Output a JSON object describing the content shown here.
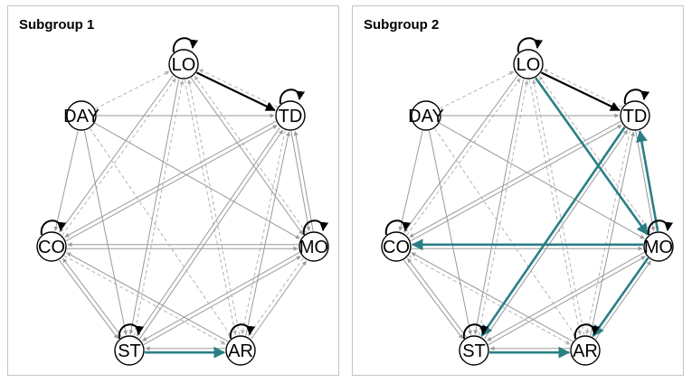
{
  "panels": [
    {
      "title": "Subgroup 1",
      "highlight_edges": [
        {
          "from": "ST",
          "to": "AR",
          "color": "#2a7f84"
        }
      ],
      "bold_edges": [
        {
          "from": "LO",
          "to": "TD"
        }
      ]
    },
    {
      "title": "Subgroup 2",
      "highlight_edges": [
        {
          "from": "LO",
          "to": "MO",
          "color": "#2a7f84"
        },
        {
          "from": "TD",
          "to": "ST",
          "color": "#2a7f84"
        },
        {
          "from": "MO",
          "to": "CO",
          "color": "#2a7f84"
        },
        {
          "from": "MO",
          "to": "TD",
          "color": "#2a7f84"
        },
        {
          "from": "MO",
          "to": "AR",
          "color": "#2a7f84"
        },
        {
          "from": "ST",
          "to": "AR",
          "color": "#2a7f84"
        }
      ],
      "bold_edges": [
        {
          "from": "LO",
          "to": "TD"
        }
      ]
    }
  ],
  "nodes": [
    {
      "id": "LO",
      "label": "LO",
      "self_loop": true
    },
    {
      "id": "TD",
      "label": "TD",
      "self_loop": true
    },
    {
      "id": "MO",
      "label": "MO",
      "self_loop": true
    },
    {
      "id": "AR",
      "label": "AR",
      "self_loop": true
    },
    {
      "id": "ST",
      "label": "ST",
      "self_loop": true
    },
    {
      "id": "CO",
      "label": "CO",
      "self_loop": true
    },
    {
      "id": "DAY",
      "label": "DAY",
      "self_loop": false
    }
  ],
  "colors": {
    "node_stroke": "#000000",
    "edge_gray": "#9a9a9a",
    "edge_dashed": "#b3b3b3",
    "highlight": "#2a7f84",
    "bold": "#000000"
  }
}
